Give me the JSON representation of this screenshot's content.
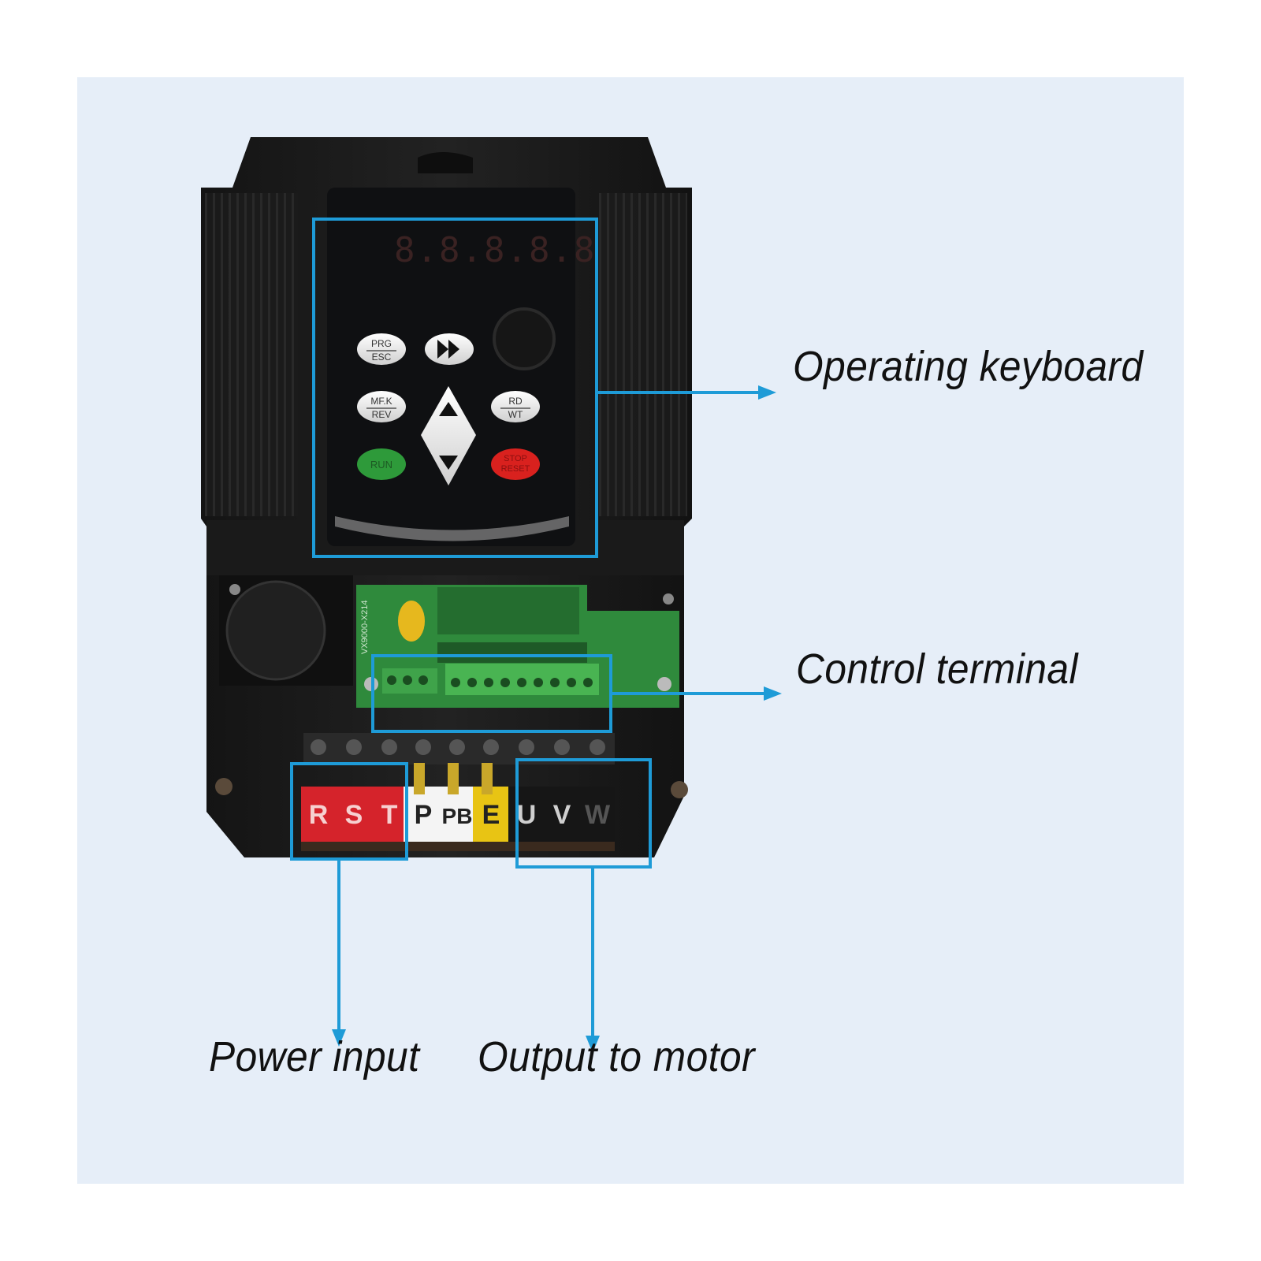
{
  "callouts": {
    "operating_keyboard": "Operating keyboard",
    "control_terminal": "Control terminal",
    "power_input": "Power input",
    "output_to_motor": "Output to motor"
  },
  "keypad": {
    "display": "8.8.8.8.8",
    "prg_esc": {
      "top": "PRG",
      "bottom": "ESC"
    },
    "mfk_rev": {
      "top": "MF.K",
      "bottom": "REV"
    },
    "rd_wt": {
      "top": "RD",
      "bottom": "WT"
    },
    "run": "RUN",
    "stop_reset": {
      "top": "STOP",
      "bottom": "RESET"
    }
  },
  "board": {
    "model_text": "VX9000-X214"
  },
  "terminals": [
    "R",
    "S",
    "T",
    "P",
    "PB",
    "E",
    "U",
    "V",
    "W"
  ],
  "colors": {
    "accent": "#1e9bd7",
    "background": "#e6eef8",
    "device": "#1a1a1a",
    "run_button": "#2e9a3a",
    "stop_button": "#d9211e",
    "pcb": "#2f8a3c",
    "terminal_red": "#d5232b",
    "terminal_yellow": "#e8c414",
    "terminal_white": "#f4f4f4"
  }
}
